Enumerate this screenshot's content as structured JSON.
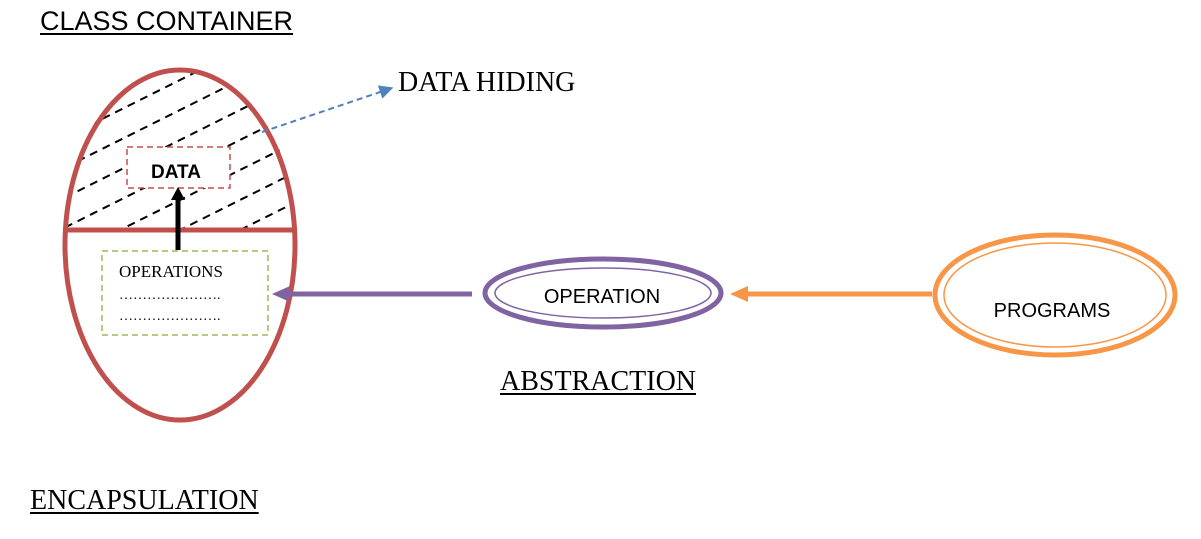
{
  "titles": {
    "class_container": "CLASS CONTAINER",
    "encapsulation": "ENCAPSULATION",
    "abstraction": "ABSTRACTION"
  },
  "labels": {
    "data_hiding": "DATA HIDING",
    "data": "DATA",
    "operations": "OPERATIONS",
    "operations_line_1": "………………….",
    "operations_line_2": "………………….",
    "operation": "OPERATION",
    "programs": "PROGRAMS"
  },
  "colors": {
    "container": "#c0504d",
    "operations_box": "#9bbb59",
    "data_box": "#c0504d",
    "data_hiding_arrow": "#4f81bd",
    "operation_node": "#8064a2",
    "programs_node": "#f79646",
    "hatch": "#000000"
  }
}
